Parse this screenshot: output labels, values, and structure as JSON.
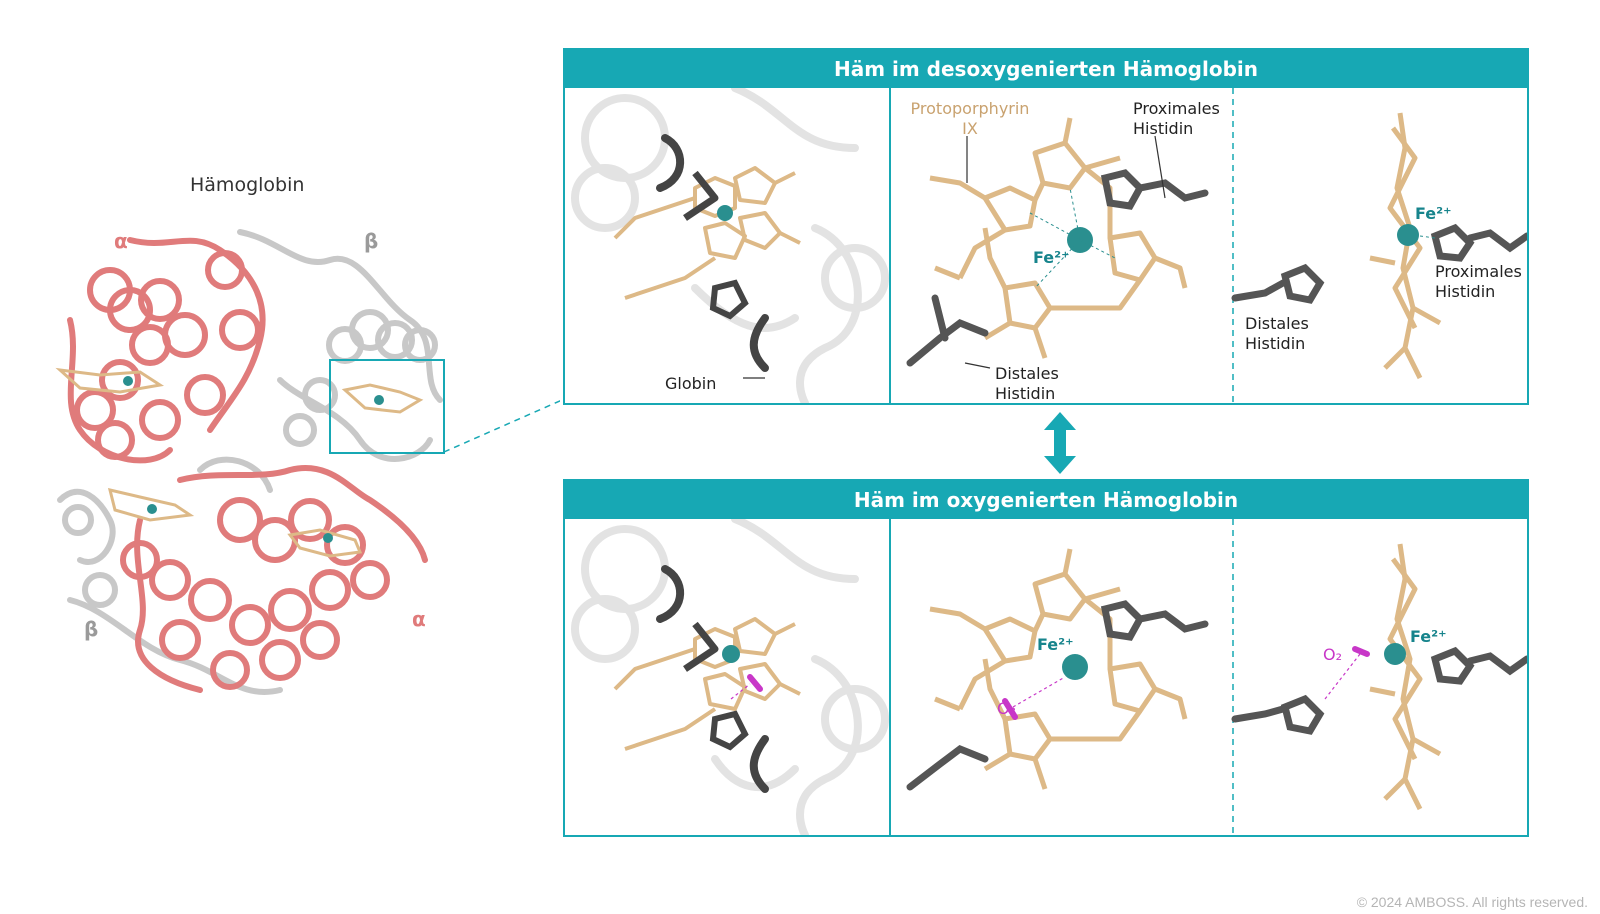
{
  "overview": {
    "title": "Hämoglobin",
    "alpha_label_1": "α",
    "beta_label_1": "β",
    "beta_label_2": "β",
    "alpha_label_2": "α"
  },
  "panel_deoxy": {
    "header": "Häm im desoxygenierten Hämoglobin",
    "globin_label": "Globin",
    "protoporphyrin_label_1": "Protoporphyrin",
    "protoporphyrin_label_2": "IX",
    "proximal_label_1": "Proximales",
    "proximal_label_2": "Histidin",
    "distal_label_1": "Distales",
    "distal_label_2": "Histidin",
    "fe_label": "Fe²⁺",
    "side_fe_label": "Fe²⁺",
    "side_distal_label_1": "Distales",
    "side_distal_label_2": "Histidin",
    "side_proximal_label_1": "Proximales",
    "side_proximal_label_2": "Histidin"
  },
  "panel_oxy": {
    "header": "Häm im oxygenierten Hämoglobin",
    "fe_label": "Fe²⁺",
    "o2_label": "O₂",
    "side_fe_label": "Fe²⁺",
    "side_o2_label": "O₂"
  },
  "copyright": "© 2024 AMBOSS. All rights reserved.",
  "colors": {
    "teal": "#17a8b4",
    "alpha_chain": "#e07b7b",
    "beta_chain": "#c8c8c8",
    "heme": "#ddb987",
    "histidine": "#555555",
    "iron": "#2a8f8f",
    "oxygen": "#c837c8"
  }
}
